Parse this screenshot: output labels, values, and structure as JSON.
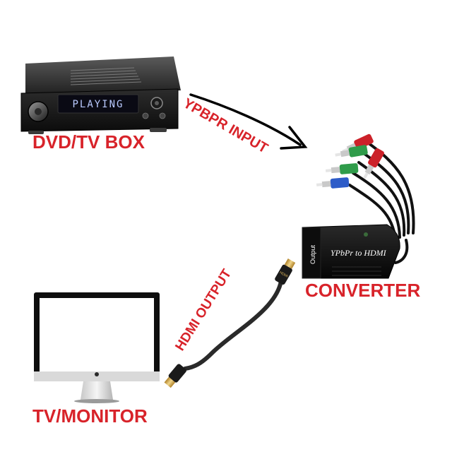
{
  "labels": {
    "source": "DVD/TV BOX",
    "input": "YPBPR INPUT",
    "converter": "CONVERTER",
    "output": "HDMI OUTPUT",
    "display": "TV/MONITOR"
  },
  "devices": {
    "player_display": "PLAYING",
    "converter_front": "YPbPr to HDMI",
    "converter_port": "Output",
    "hdmi_plug": "HDMI"
  },
  "colors": {
    "label_red": "#d8232a",
    "component_green": "#2f9c4a",
    "component_blue": "#2e5cc8",
    "component_red": "#cc2129",
    "hdmi_gold": "#d9b25a"
  }
}
